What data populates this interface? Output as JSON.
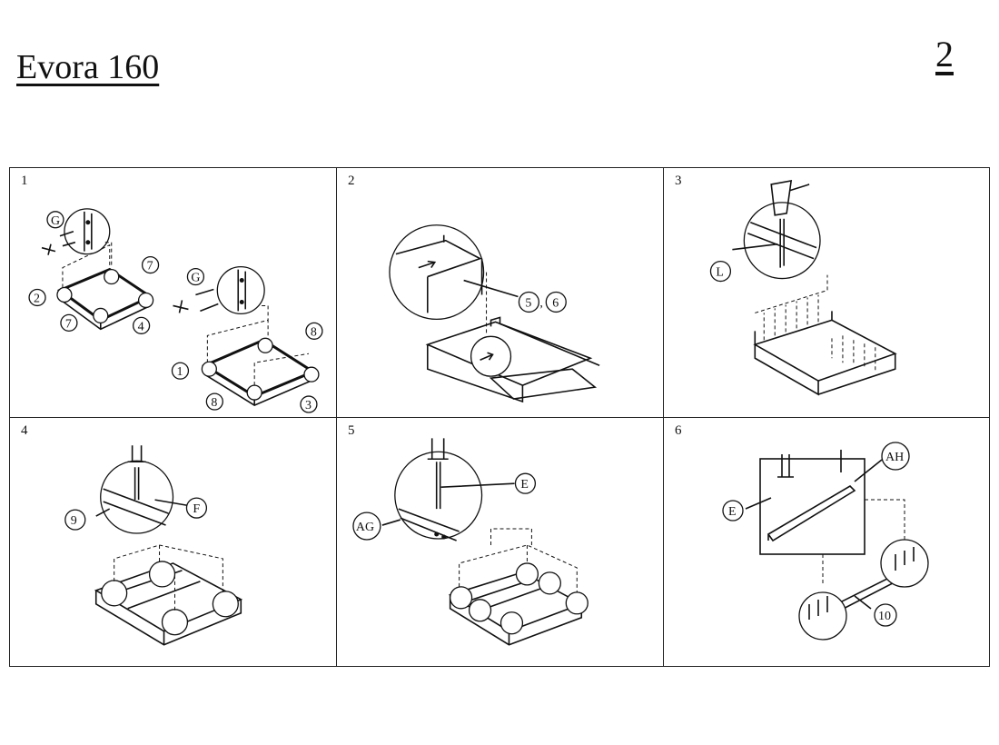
{
  "header": {
    "title": "Evora 160",
    "page_number": "2"
  },
  "steps": [
    {
      "number": "1",
      "labels": [
        "G",
        "7",
        "2",
        "7",
        "4",
        "G",
        "8",
        "1",
        "8",
        "3"
      ]
    },
    {
      "number": "2",
      "labels": [
        "5",
        "6"
      ],
      "separator": ","
    },
    {
      "number": "3",
      "labels": [
        "L"
      ]
    },
    {
      "number": "4",
      "labels": [
        "9",
        "F"
      ]
    },
    {
      "number": "5",
      "labels": [
        "E",
        "AG"
      ]
    },
    {
      "number": "6",
      "labels": [
        "E",
        "AH",
        "10"
      ]
    }
  ]
}
